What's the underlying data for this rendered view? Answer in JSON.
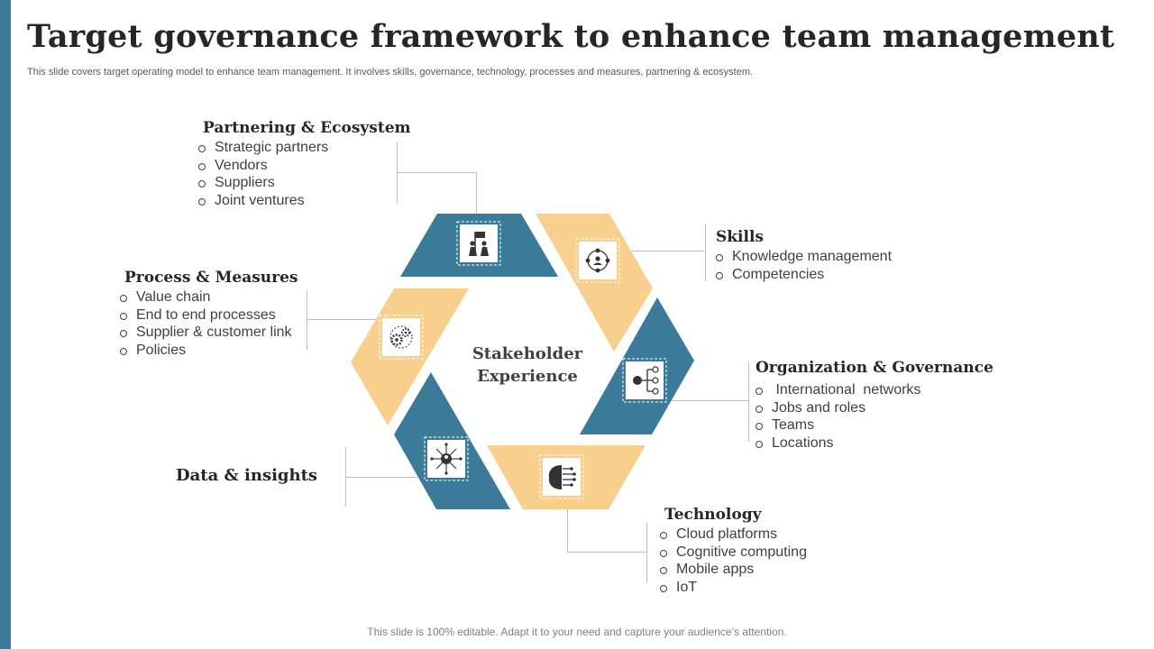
{
  "slide": {
    "title": "Target governance framework to enhance team management",
    "subtitle": "This slide covers target operating model to enhance team management. It involves skills, governance, technology, processes and measures, partnering & ecosystem.",
    "footer": "This slide is 100% editable. Adapt it to your need and capture your audience’s attention."
  },
  "colors": {
    "accent": "#3b7a99",
    "teal": "#3b7a99",
    "sand": "#f8cf8d"
  },
  "diagram": {
    "center_label_line1": "Stakeholder",
    "center_label_line2": "Experience",
    "segments": [
      {
        "id": "partnering",
        "color": "teal",
        "icon": "team-flag-icon"
      },
      {
        "id": "skills",
        "color": "sand",
        "icon": "network-people-icon"
      },
      {
        "id": "organization",
        "color": "teal",
        "icon": "hierarchy-icon"
      },
      {
        "id": "technology",
        "color": "sand",
        "icon": "brain-circuit-icon"
      },
      {
        "id": "data",
        "color": "teal",
        "icon": "person-network-icon"
      },
      {
        "id": "process",
        "color": "sand",
        "icon": "gears-icon"
      }
    ]
  },
  "sections": {
    "partnering": {
      "heading": "Partnering & Ecosystem",
      "items": [
        "Strategic partners",
        "Vendors",
        "Suppliers",
        "Joint ventures"
      ]
    },
    "skills": {
      "heading": "Skills",
      "items": [
        "Knowledge management",
        "Competencies"
      ]
    },
    "process": {
      "heading": "Process & Measures",
      "items": [
        "Value chain",
        "End to end processes",
        "Supplier & customer link",
        "Policies"
      ]
    },
    "organization": {
      "heading": "Organization & Governance",
      "items": [
        " International  networks",
        "Jobs and roles",
        "Teams",
        "Locations"
      ]
    },
    "data": {
      "heading": "Data & insights"
    },
    "technology": {
      "heading": "Technology",
      "items": [
        "Cloud platforms",
        "Cognitive computing",
        "Mobile apps",
        "IoT"
      ]
    }
  }
}
